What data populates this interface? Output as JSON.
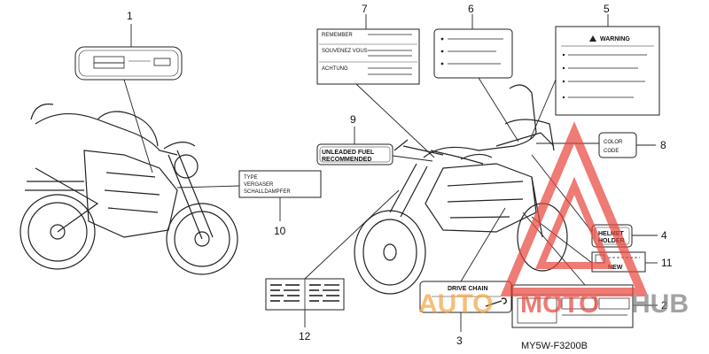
{
  "diagram_code": "MY5W-F3200B",
  "callouts": [
    "1",
    "2",
    "3",
    "4",
    "5",
    "6",
    "7",
    "8",
    "9",
    "10",
    "11",
    "12"
  ],
  "labels": {
    "warning": "WARNING",
    "remember_1": "REMEMBER",
    "remember_2": "SOUVENEZ VOUS",
    "remember_3": "ACHTUNG",
    "color_1": "COLOR",
    "color_2": "CODE",
    "fuel_1": "UNLEADED FUEL",
    "fuel_2": "RECOMMENDED",
    "type_1": "TYPE",
    "type_2": "VERGASER",
    "type_3": "SCHALLDAMPFER",
    "helmet_1": "HELMET",
    "helmet_2": "HOLDER",
    "new": "NEW",
    "drive_chain": "DRIVE CHAIN"
  },
  "watermark": {
    "word_1": "AUTO",
    "word_2": "MOTO",
    "word_3": "HUB",
    "color_orange": "#f4a340",
    "color_red": "#e8443a",
    "color_gray": "#7b7b7b"
  }
}
